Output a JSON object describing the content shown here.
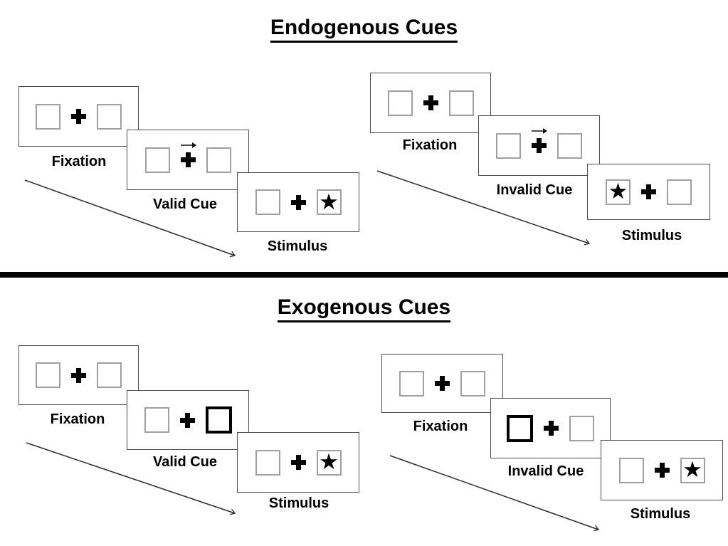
{
  "sections": [
    {
      "title": "Endogenous Cues",
      "cue_style": "central arrow above fixation cross",
      "trials": [
        {
          "name": "valid-trial",
          "panels": [
            {
              "label": "Fixation",
              "type": "fixation"
            },
            {
              "label": "Valid Cue",
              "type": "endogenous-cue",
              "cue_direction": "right"
            },
            {
              "label": "Stimulus",
              "type": "stimulus",
              "star_side": "right"
            }
          ]
        },
        {
          "name": "invalid-trial",
          "panels": [
            {
              "label": "Fixation",
              "type": "fixation"
            },
            {
              "label": "Invalid Cue",
              "type": "endogenous-cue",
              "cue_direction": "right"
            },
            {
              "label": "Stimulus",
              "type": "stimulus",
              "star_side": "left"
            }
          ]
        }
      ]
    },
    {
      "title": "Exogenous Cues",
      "cue_style": "peripheral box highlighted with thick border",
      "trials": [
        {
          "name": "valid-trial",
          "panels": [
            {
              "label": "Fixation",
              "type": "fixation"
            },
            {
              "label": "Valid Cue",
              "type": "exogenous-cue",
              "highlighted_box": "right"
            },
            {
              "label": "Stimulus",
              "type": "stimulus",
              "star_side": "right"
            }
          ]
        },
        {
          "name": "invalid-trial",
          "panels": [
            {
              "label": "Fixation",
              "type": "fixation"
            },
            {
              "label": "Invalid Cue",
              "type": "exogenous-cue",
              "highlighted_box": "left"
            },
            {
              "label": "Stimulus",
              "type": "stimulus",
              "star_side": "right"
            }
          ]
        }
      ]
    }
  ],
  "icons": {
    "star": "★",
    "fixation_cross": "plus-cross",
    "cue_arrow": "right-arrow"
  },
  "colors": {
    "background": "#ffffff",
    "panel_border": "#4d4d4d",
    "box_border": "#a0a0a0",
    "cue_box_border": "#000000",
    "text": "#000000",
    "divider": "#000000"
  }
}
